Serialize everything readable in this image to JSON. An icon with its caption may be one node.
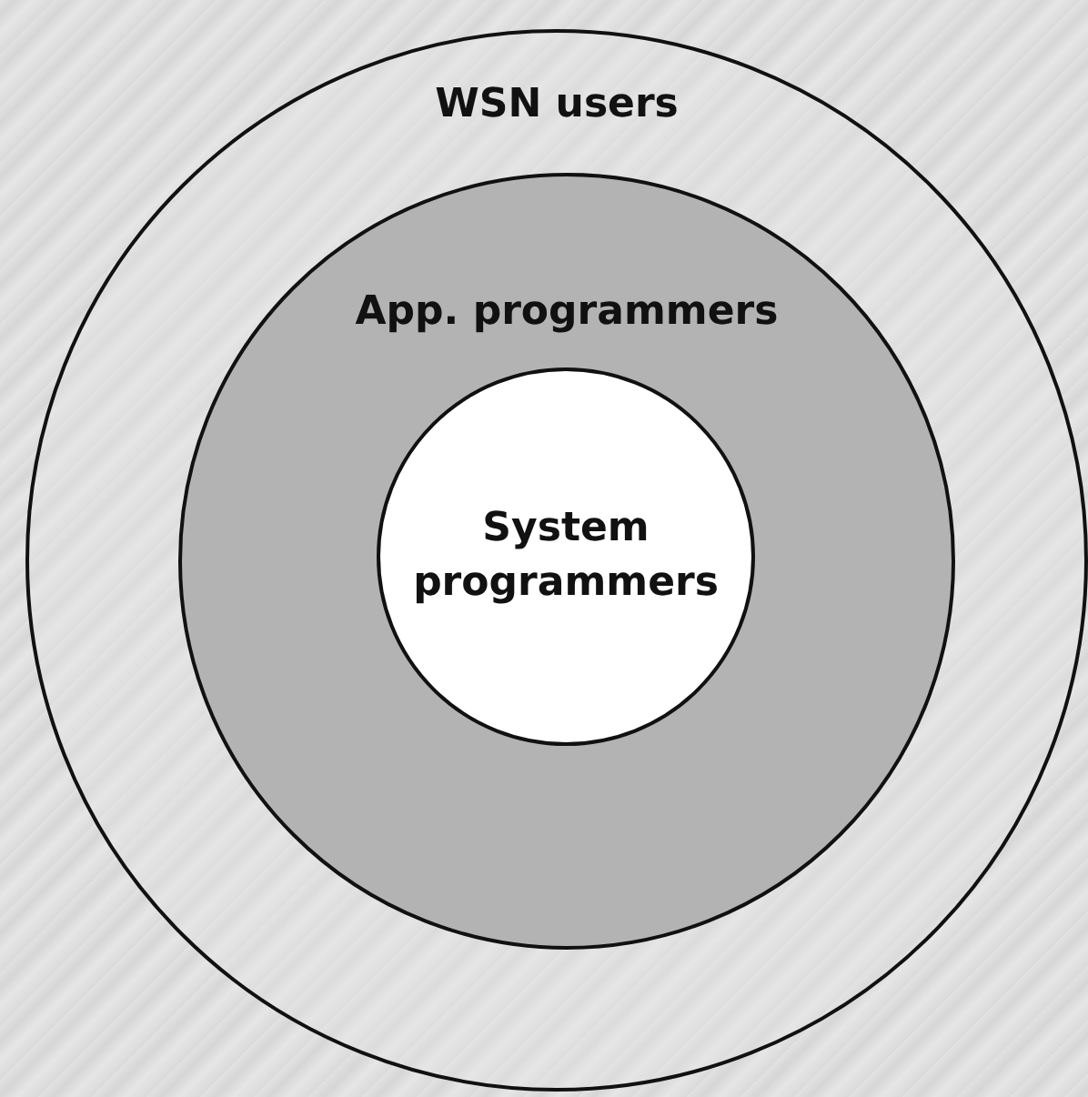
{
  "diagram": {
    "nodes": [
      {
        "text": [
          "WSN users"
        ]
      },
      {
        "text": [
          "App. programmers"
        ],
        "in": 0
      },
      {
        "text": [
          "System programmers"
        ],
        "in": 1
      }
    ]
  }
}
